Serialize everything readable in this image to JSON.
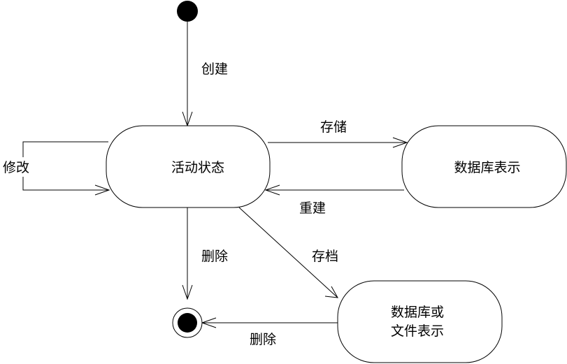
{
  "diagram": {
    "states": {
      "active": "活动状态",
      "db_repr": "数据库表示",
      "db_or_file_repr_line1": "数据库或",
      "db_or_file_repr_line2": "文件表示"
    },
    "transitions": {
      "create": "创建",
      "modify": "修改",
      "store": "存储",
      "rebuild": "重建",
      "delete_from_active": "删除",
      "archive": "存档",
      "delete_from_archive": "删除"
    }
  }
}
